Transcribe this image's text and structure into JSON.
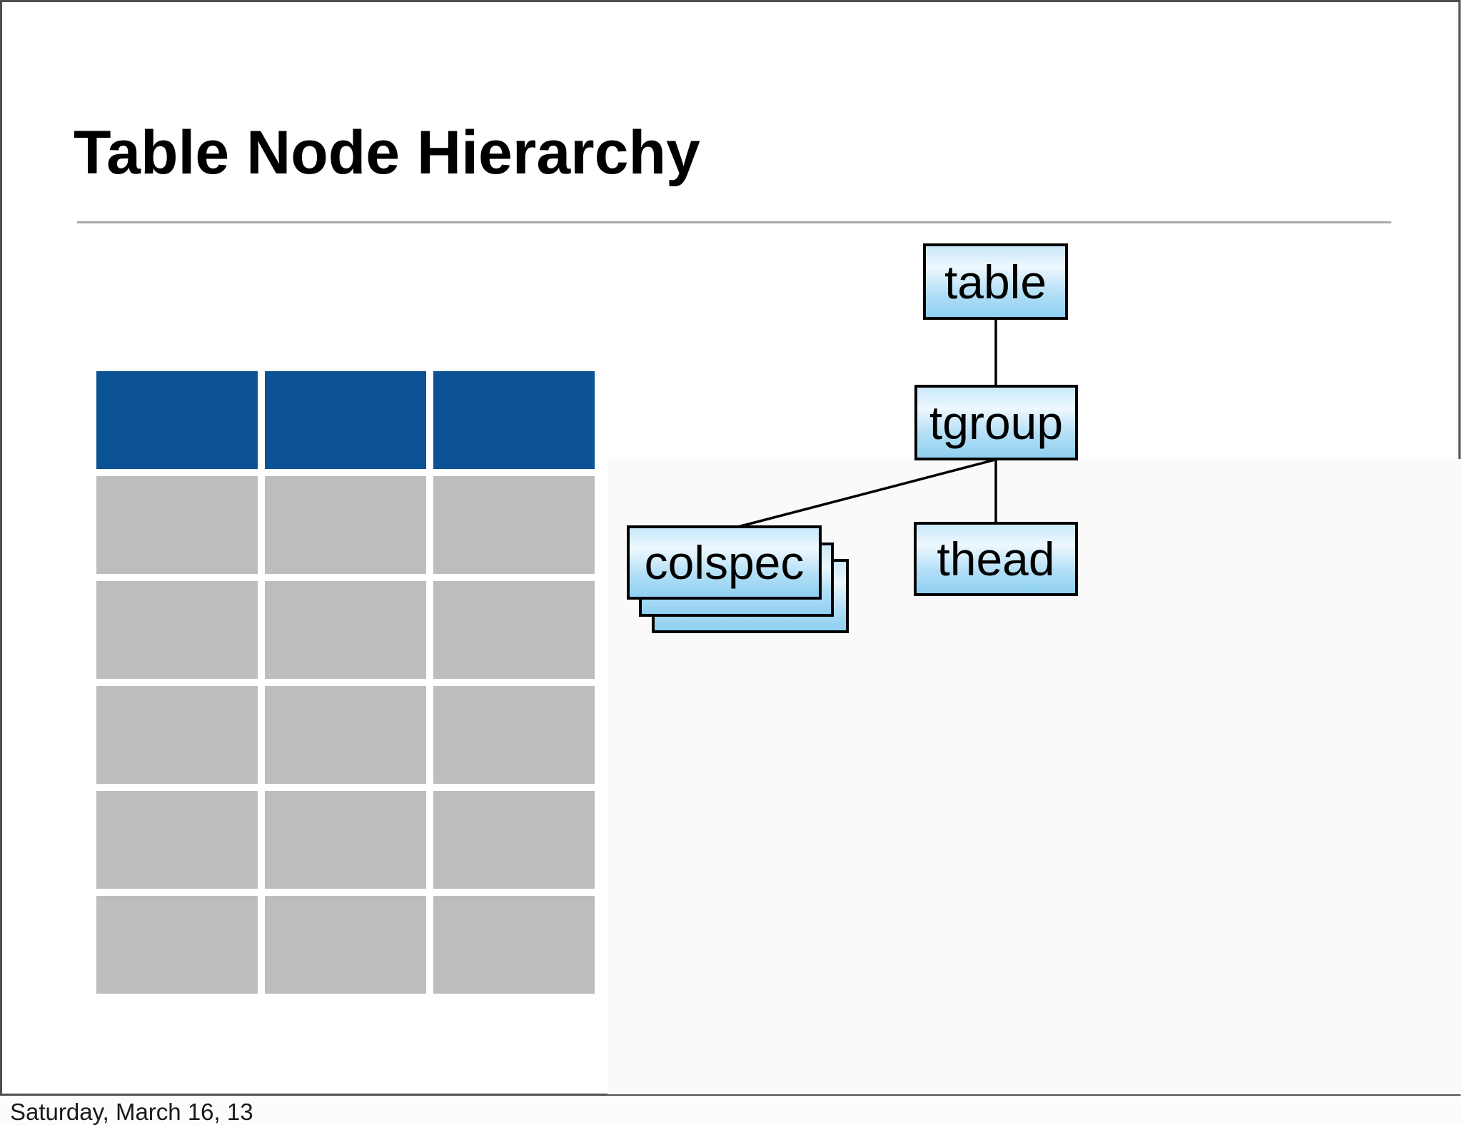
{
  "slide": {
    "title": "Table Node Hierarchy",
    "footer": "Saturday, March 16, 13"
  },
  "table_graphic": {
    "columns": 3,
    "header_rows": 1,
    "body_rows": 5,
    "description": "empty placeholder table graphic: one blue header row, five gray body rows"
  },
  "diagram": {
    "nodes": [
      {
        "id": "table",
        "label": "table"
      },
      {
        "id": "tgroup",
        "label": "tgroup"
      },
      {
        "id": "colspec",
        "label": "colspec",
        "stacked": true,
        "stack_count": 3
      },
      {
        "id": "thead",
        "label": "thead"
      }
    ],
    "edges": [
      {
        "from": "table",
        "to": "tgroup"
      },
      {
        "from": "tgroup",
        "to": "colspec"
      },
      {
        "from": "tgroup",
        "to": "thead"
      }
    ]
  },
  "colors": {
    "table_header_blue": "#0b5394",
    "table_body_gray": "#bdbdbf",
    "divider_gray": "#a9a9a9",
    "slide_border": "#4f4f4f",
    "panel_tint": "#fafafa",
    "page_bg": "#fcfcfc",
    "node_fill_top": "#c9e8fa",
    "node_fill_light": "#eef8fe",
    "node_fill_mid": "#b5e0f7",
    "node_fill_bottom": "#8fd0f1",
    "node_border": "#000000",
    "edge": "#000000",
    "text": "#000000"
  }
}
